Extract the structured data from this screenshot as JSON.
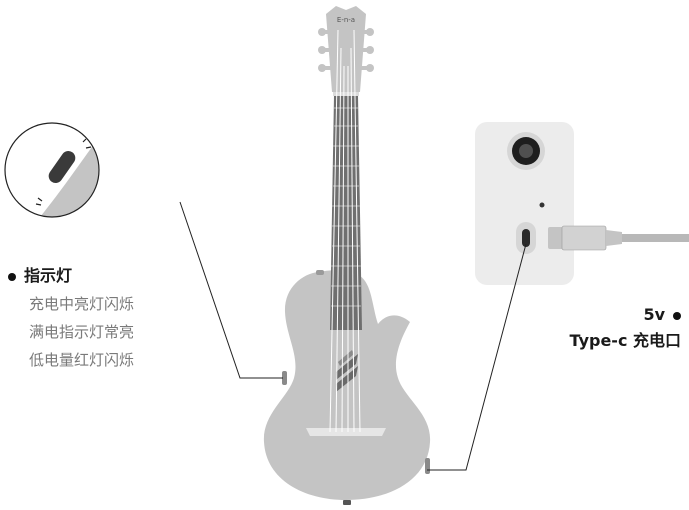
{
  "indicator": {
    "title": "指示灯",
    "states": [
      "充电中亮灯闪烁",
      "满电指示灯常亮",
      "低电量红灯闪烁"
    ]
  },
  "charging_port": {
    "voltage": "5v",
    "name": "Type-c 充电口"
  },
  "headstock_logo": "E-n-a",
  "colors": {
    "guitar_body": "#c4c4c4",
    "fretboard": "#6f6f6f",
    "panel": "#ececec",
    "callout_line": "#222222"
  }
}
